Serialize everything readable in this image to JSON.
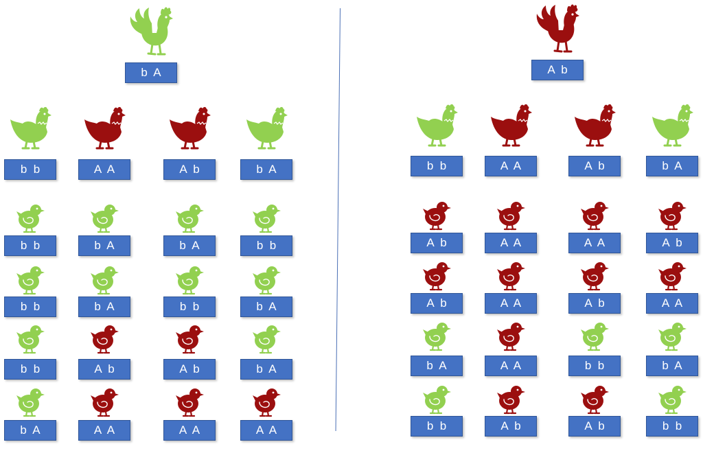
{
  "colors": {
    "green": "#92d050",
    "red": "#9b0f0f",
    "label_bg": "#4472c4",
    "label_text": "#ffffff",
    "divider": "#4a6fb5"
  },
  "left_cross": {
    "rooster": {
      "kind": "rooster-icon",
      "color": "green",
      "genotype": "b  A"
    },
    "hens": [
      {
        "kind": "hen-icon",
        "color": "green",
        "genotype": "b  b"
      },
      {
        "kind": "hen-icon",
        "color": "red",
        "genotype": "A  A"
      },
      {
        "kind": "hen-icon",
        "color": "red",
        "genotype": "A  b"
      },
      {
        "kind": "hen-icon",
        "color": "green",
        "genotype": "b  A"
      }
    ],
    "chick_rows": [
      [
        {
          "kind": "chick-icon",
          "color": "green",
          "genotype": "b  b"
        },
        {
          "kind": "chick-icon",
          "color": "green",
          "genotype": "b  A"
        },
        {
          "kind": "chick-icon",
          "color": "green",
          "genotype": "b  A"
        },
        {
          "kind": "chick-icon",
          "color": "green",
          "genotype": "b  b"
        }
      ],
      [
        {
          "kind": "chick-icon",
          "color": "green",
          "genotype": "b  b"
        },
        {
          "kind": "chick-icon",
          "color": "green",
          "genotype": "b  A"
        },
        {
          "kind": "chick-icon",
          "color": "green",
          "genotype": "b  b"
        },
        {
          "kind": "chick-icon",
          "color": "green",
          "genotype": "b  A"
        }
      ],
      [
        {
          "kind": "chick-icon",
          "color": "green",
          "genotype": "b  b"
        },
        {
          "kind": "chick-icon",
          "color": "red",
          "genotype": "A  b"
        },
        {
          "kind": "chick-icon",
          "color": "red",
          "genotype": "A  b"
        },
        {
          "kind": "chick-icon",
          "color": "green",
          "genotype": "b  A"
        }
      ],
      [
        {
          "kind": "chick-icon",
          "color": "green",
          "genotype": "b  A"
        },
        {
          "kind": "chick-icon",
          "color": "red",
          "genotype": "A  A"
        },
        {
          "kind": "chick-icon",
          "color": "red",
          "genotype": "A  A"
        },
        {
          "kind": "chick-icon",
          "color": "red",
          "genotype": "A  A"
        }
      ]
    ]
  },
  "right_cross": {
    "rooster": {
      "kind": "rooster-icon",
      "color": "red",
      "genotype": "A  b"
    },
    "hens": [
      {
        "kind": "hen-icon",
        "color": "green",
        "genotype": "b  b"
      },
      {
        "kind": "hen-icon",
        "color": "red",
        "genotype": "A  A"
      },
      {
        "kind": "hen-icon",
        "color": "red",
        "genotype": "A  b"
      },
      {
        "kind": "hen-icon",
        "color": "green",
        "genotype": "b  A"
      }
    ],
    "chick_rows": [
      [
        {
          "kind": "chick-icon",
          "color": "red",
          "genotype": "A  b"
        },
        {
          "kind": "chick-icon",
          "color": "red",
          "genotype": "A  A"
        },
        {
          "kind": "chick-icon",
          "color": "red",
          "genotype": "A  A"
        },
        {
          "kind": "chick-icon",
          "color": "red",
          "genotype": "A  b"
        }
      ],
      [
        {
          "kind": "chick-icon",
          "color": "red",
          "genotype": "A  b"
        },
        {
          "kind": "chick-icon",
          "color": "red",
          "genotype": "A  A"
        },
        {
          "kind": "chick-icon",
          "color": "red",
          "genotype": "A  b"
        },
        {
          "kind": "chick-icon",
          "color": "red",
          "genotype": "A  A"
        }
      ],
      [
        {
          "kind": "chick-icon",
          "color": "green",
          "genotype": "b  A"
        },
        {
          "kind": "chick-icon",
          "color": "red",
          "genotype": "A  A"
        },
        {
          "kind": "chick-icon",
          "color": "green",
          "genotype": "b  b"
        },
        {
          "kind": "chick-icon",
          "color": "green",
          "genotype": "b  A"
        }
      ],
      [
        {
          "kind": "chick-icon",
          "color": "green",
          "genotype": "b  b"
        },
        {
          "kind": "chick-icon",
          "color": "red",
          "genotype": "A  b"
        },
        {
          "kind": "chick-icon",
          "color": "red",
          "genotype": "A  b"
        },
        {
          "kind": "chick-icon",
          "color": "green",
          "genotype": "b  b"
        }
      ]
    ]
  }
}
